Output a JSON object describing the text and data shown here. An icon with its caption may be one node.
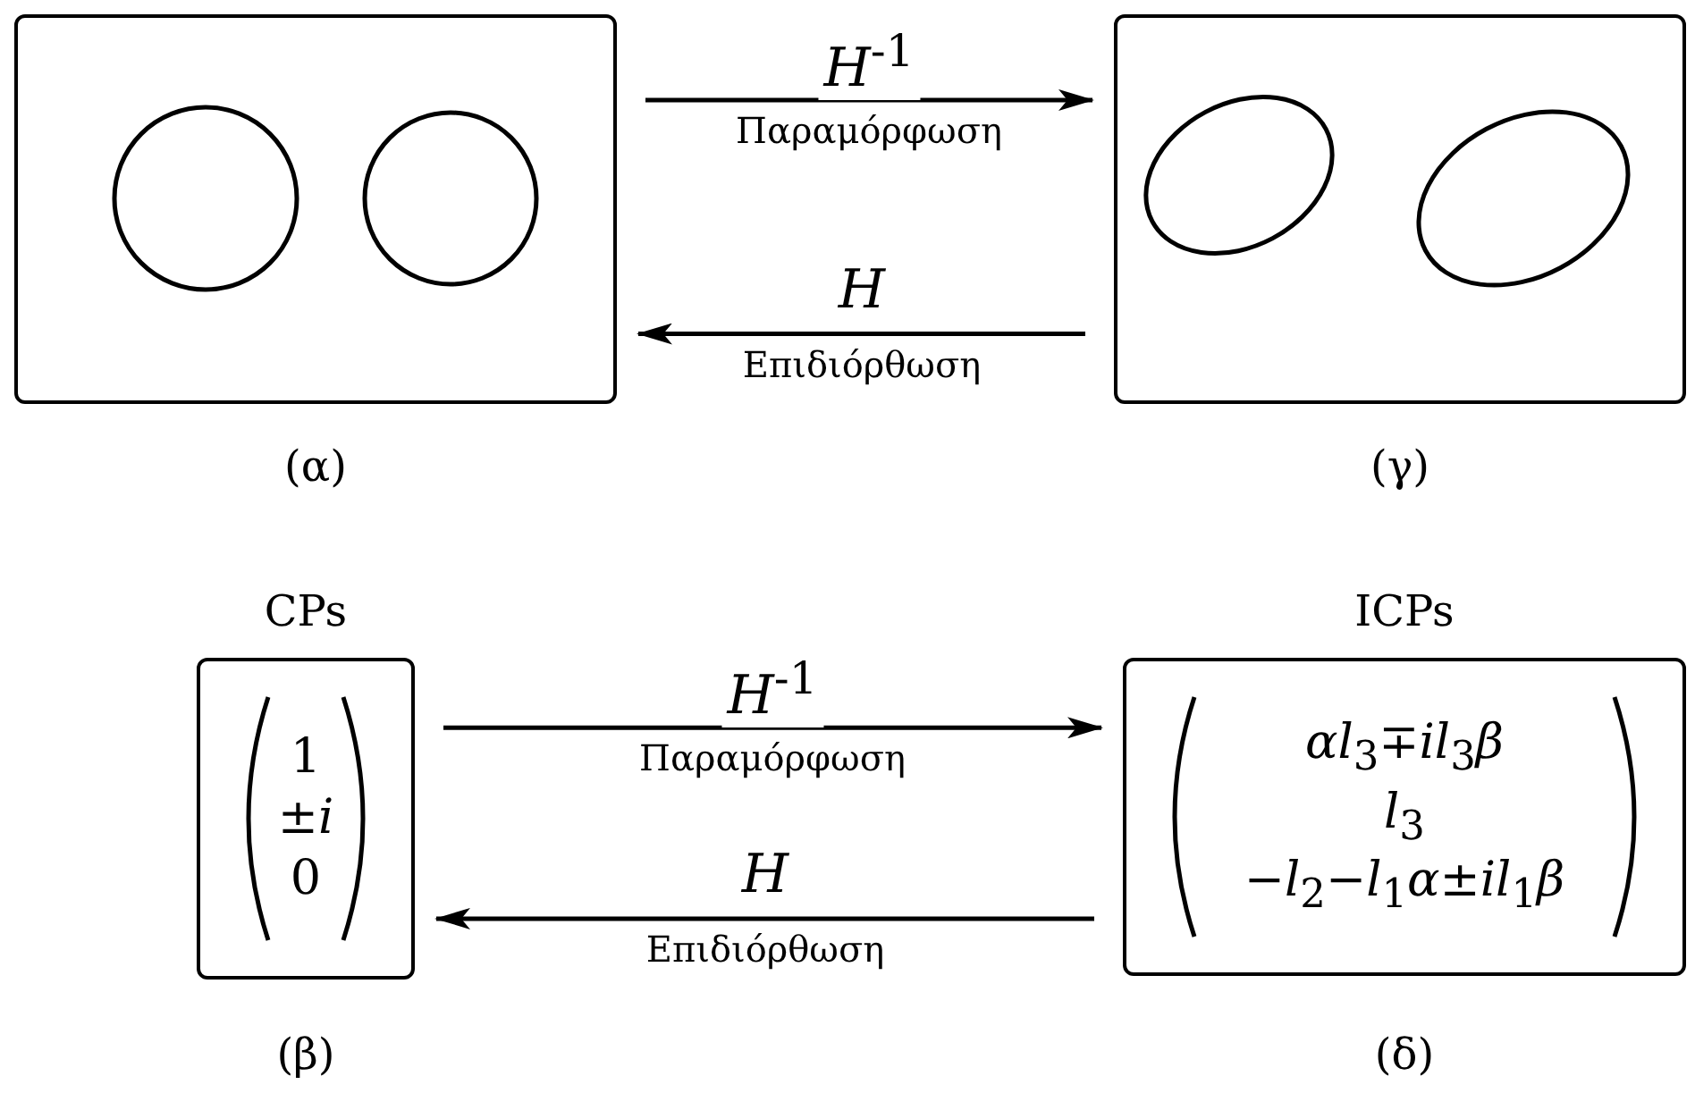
{
  "diagram": {
    "nodes": [
      {
        "text": [],
        "shape": "picture",
        "beside": [
          "(α)"
        ]
      },
      {
        "text": [],
        "shape": "picture",
        "beside": [
          "(γ)"
        ]
      },
      {
        "text": [
          "CPs",
          "1 ±*i* 0"
        ],
        "beside": [
          "(β)"
        ]
      },
      {
        "text": [
          "ICPs",
          "*αl*$_{3}$∓*il*$_{3}$*β* *l*$_{3}$ −*l*$_{2}$−*l*$_{1}$*α*±*il*$_{1}$*β*"
        ],
        "beside": [
          "(δ)"
        ]
      }
    ],
    "edges": [
      {
        "from": 0,
        "to": 1,
        "arrow": "to",
        "label": "*H*$^{-1}$ Παραμόρφωση"
      },
      {
        "from": 1,
        "to": 0,
        "arrow": "to",
        "label": "*H* Επιδιόρθωση"
      },
      {
        "from": 2,
        "to": 3,
        "arrow": "to",
        "label": "*H*$^{-1}$ Παραμόρφωση"
      },
      {
        "from": 3,
        "to": 2,
        "arrow": "to",
        "label": "*H* Επιδιόρθωση"
      }
    ]
  }
}
